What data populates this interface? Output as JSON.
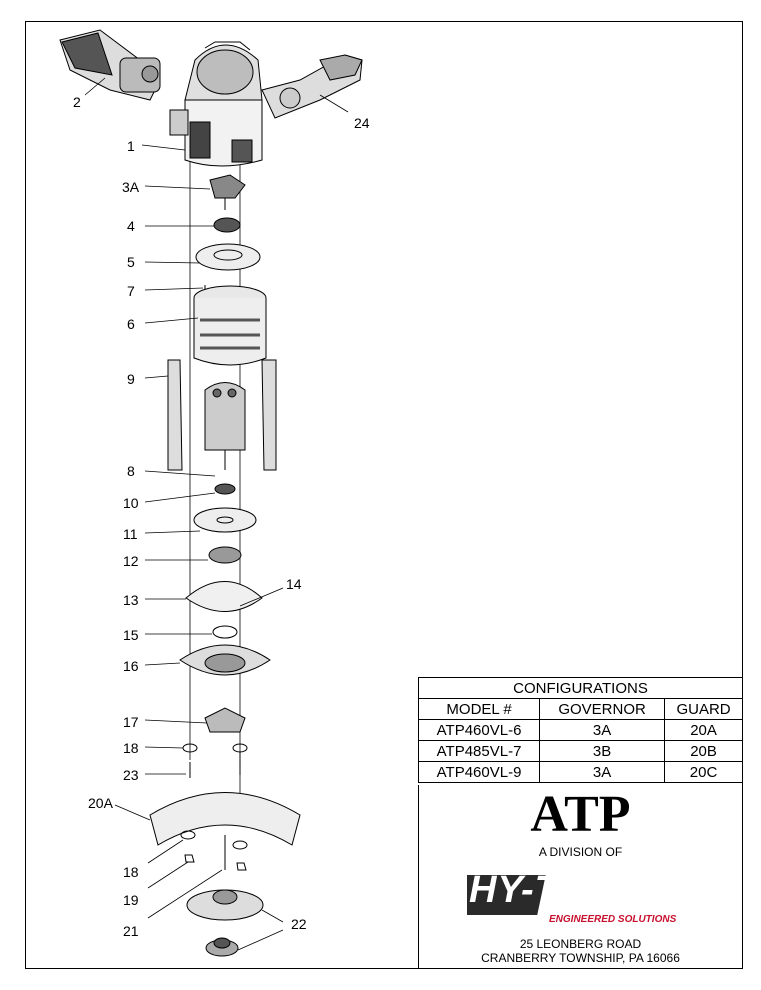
{
  "callouts": [
    "2",
    "24",
    "1",
    "3A",
    "4",
    "5",
    "7",
    "6",
    "9",
    "8",
    "10",
    "11",
    "12",
    "14",
    "13",
    "15",
    "16",
    "17",
    "18",
    "23",
    "20A",
    "18",
    "19",
    "21",
    "22"
  ],
  "config": {
    "title": "CONFIGURATIONS",
    "headers": [
      "MODEL #",
      "GOVERNOR",
      "GUARD"
    ],
    "rows": [
      [
        "ATP460VL-6",
        "3A",
        "20A"
      ],
      [
        "ATP485VL-7",
        "3B",
        "20B"
      ],
      [
        "ATP460VL-9",
        "3A",
        "20C"
      ]
    ]
  },
  "brand": {
    "name": "ATP",
    "division": "A DIVISION OF",
    "logo": "HY-TECH",
    "tagline": "ENGINEERED SOLUTIONS",
    "address_line1": "25 LEONBERG ROAD",
    "address_line2": "CRANBERRY TOWNSHIP, PA 16066",
    "accent_color": "#c8102e"
  }
}
